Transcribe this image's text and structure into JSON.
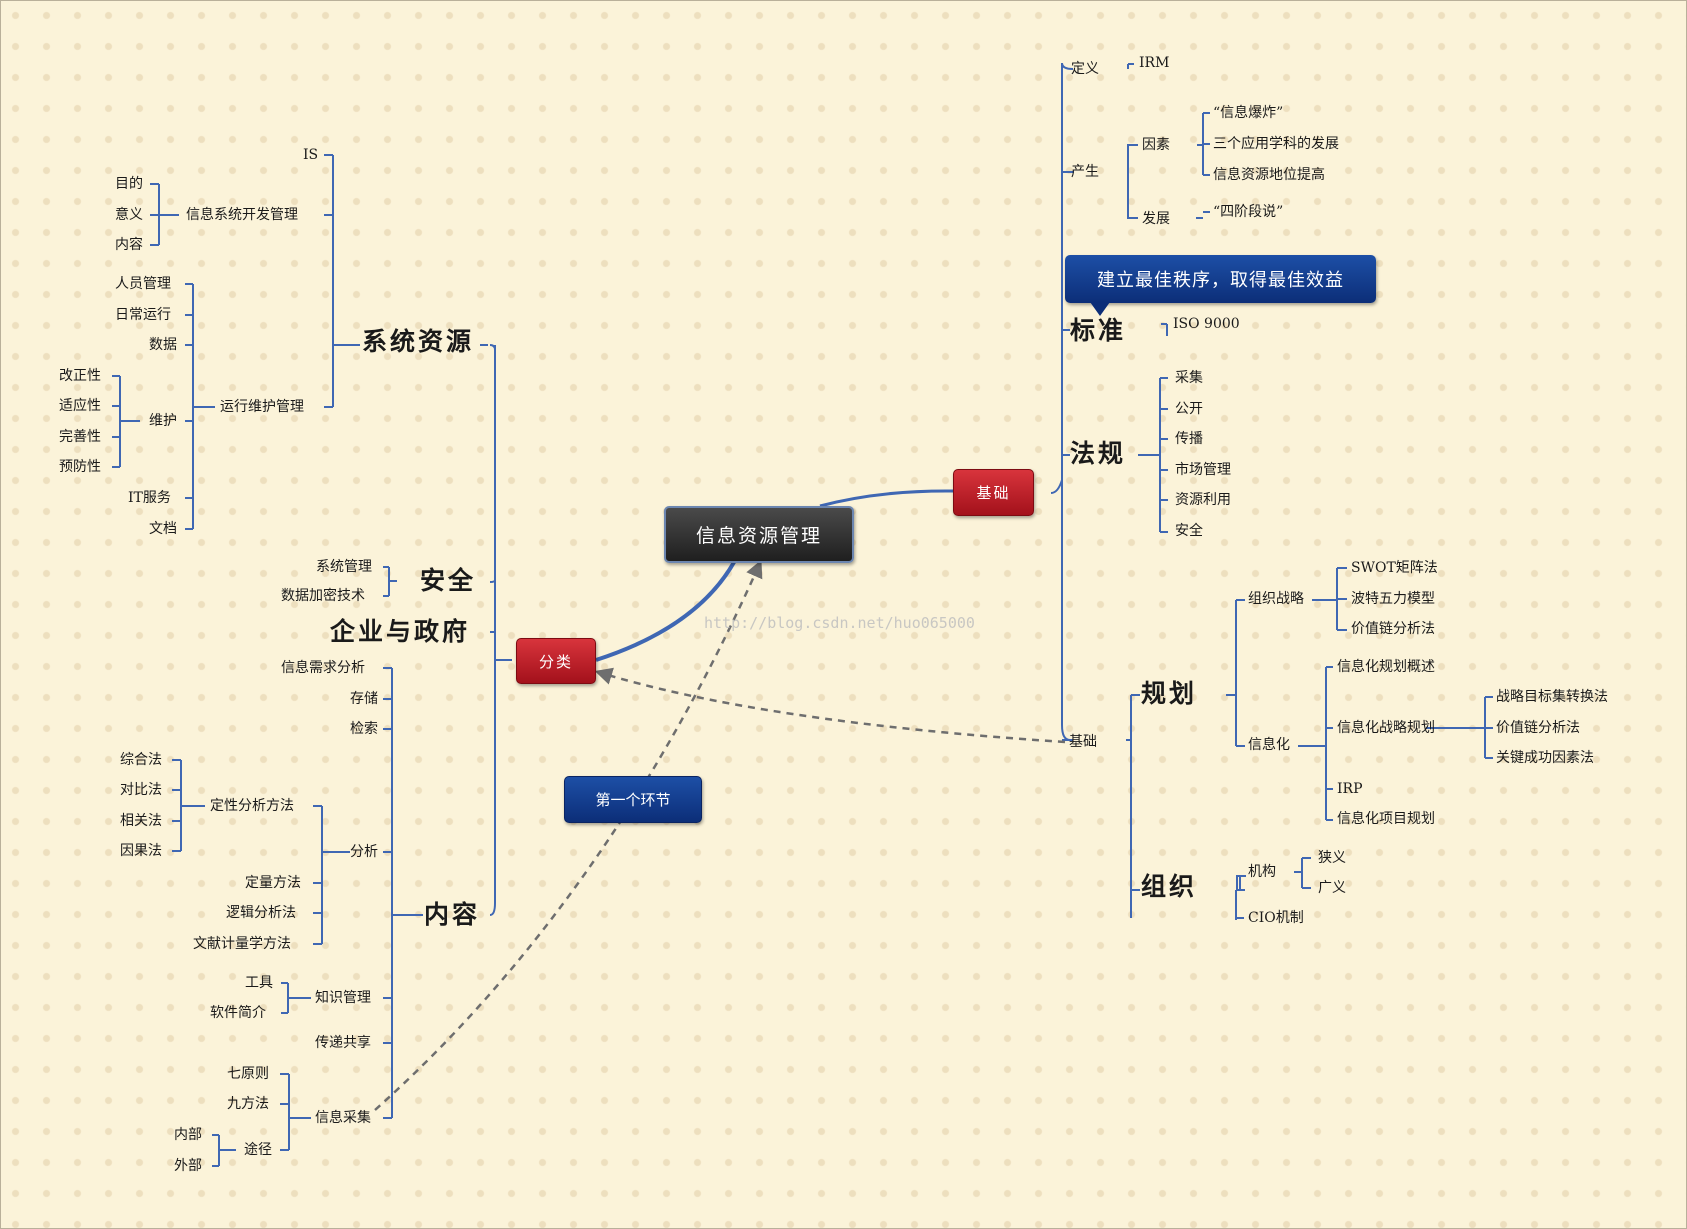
{
  "root": "信息资源管理",
  "watermark": "http://blog.csdn.net/huo065000",
  "left_hub": "分类",
  "right_hub": "基础",
  "callout_first": "第一个环节",
  "callout_standard": "建立最佳秩序，取得最佳效益",
  "left": {
    "system_resources": {
      "label": "系统资源",
      "is": "IS",
      "dev_mgmt": "信息系统开发管理",
      "dev_items": [
        "目的",
        "意义",
        "内容"
      ],
      "ops_mgmt": "运行维护管理",
      "ops_items": [
        "人员管理",
        "日常运行",
        "数据"
      ],
      "maintain": "维护",
      "maintain_items": [
        "改正性",
        "适应性",
        "完善性",
        "预防性"
      ],
      "ops_items_after": [
        "IT服务",
        "文档"
      ]
    },
    "security": {
      "label": "安全",
      "items": [
        "系统管理",
        "数据加密技术"
      ]
    },
    "enterprise": {
      "label": "企业与政府"
    },
    "content": {
      "label": "内容",
      "items": [
        "信息需求分析",
        "存储",
        "检索",
        "分析",
        "知识管理",
        "传递共享",
        "信息采集"
      ],
      "qual": "定性分析方法",
      "qual_items": [
        "综合法",
        "对比法",
        "相关法",
        "因果法"
      ],
      "quant_items": [
        "定量方法",
        "逻辑分析法",
        "文献计量学方法"
      ],
      "km_items": [
        "工具",
        "软件简介"
      ],
      "collect_items": [
        "七原则",
        "九方法"
      ],
      "route": "途径",
      "route_items": [
        "内部",
        "外部"
      ]
    }
  },
  "right": {
    "definition": {
      "label": "定义",
      "item": "IRM"
    },
    "origin": {
      "label": "产生",
      "factors": "因素",
      "factor_items": [
        "“信息爆炸”",
        "三个应用学科的发展",
        "信息资源地位提高"
      ],
      "development": "发展",
      "development_item": "“四阶段说”"
    },
    "standard": {
      "label": "标准",
      "item": "ISO 9000"
    },
    "law": {
      "label": "法规",
      "items": [
        "采集",
        "公开",
        "传播",
        "市场管理",
        "资源利用",
        "安全"
      ]
    },
    "basis": "基础",
    "planning": {
      "label": "规划",
      "org_strategy": "组织战略",
      "org_items": [
        "SWOT矩阵法",
        "波特五力模型",
        "价值链分析法"
      ],
      "informatization": "信息化",
      "info_items": [
        "信息化规划概述",
        "信息化战略规划",
        "IRP",
        "信息化项目规划"
      ],
      "strategy_items": [
        "战略目标集转换法",
        "价值链分析法",
        "关键成功因素法"
      ]
    },
    "organization": {
      "label": "组织",
      "institution": "机构",
      "inst_items": [
        "狭义",
        "广义"
      ],
      "cio": "CIO机制"
    }
  }
}
